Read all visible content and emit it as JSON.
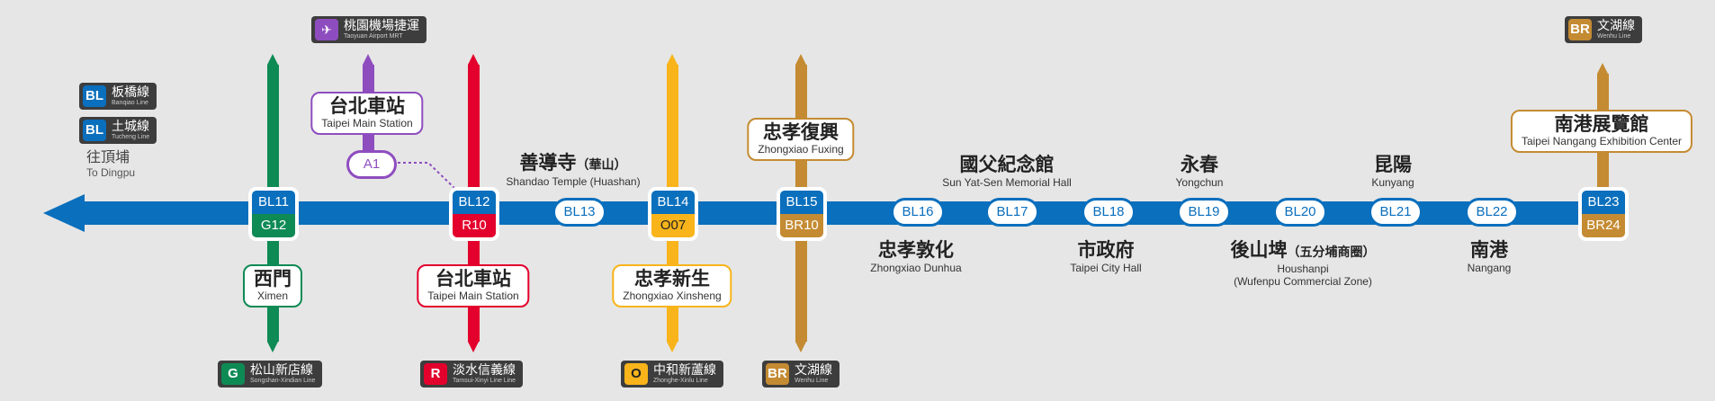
{
  "colors": {
    "bl": "#0a6fbd",
    "g": "#0e8a55",
    "r": "#e3002c",
    "o": "#f8b41a",
    "br": "#c48b32",
    "a": "#8e4dbf"
  },
  "stations": {
    "bl11": {
      "code": "BL11",
      "xfer": "G12"
    },
    "bl12": {
      "code": "BL12",
      "xfer": "R10"
    },
    "bl13": {
      "code": "BL13"
    },
    "bl14": {
      "code": "BL14",
      "xfer": "O07"
    },
    "bl15": {
      "code": "BL15",
      "xfer": "BR10"
    },
    "bl16": {
      "code": "BL16"
    },
    "bl17": {
      "code": "BL17"
    },
    "bl18": {
      "code": "BL18"
    },
    "bl19": {
      "code": "BL19"
    },
    "bl20": {
      "code": "BL20"
    },
    "bl21": {
      "code": "BL21"
    },
    "bl22": {
      "code": "BL22"
    },
    "bl23": {
      "code": "BL23",
      "xfer": "BR24"
    },
    "a1": {
      "code": "A1"
    }
  },
  "names": {
    "ximen": {
      "zh": "西門",
      "en": "Ximen"
    },
    "taipei_main_bottom": {
      "zh": "台北車站",
      "en": "Taipei Main Station"
    },
    "taipei_main_top": {
      "zh": "台北車站",
      "en": "Taipei Main Station"
    },
    "shandao": {
      "zh": "善導寺",
      "zh_sub": "（華山）",
      "en": "Shandao Temple (Huashan)"
    },
    "xinsheng": {
      "zh": "忠孝新生",
      "en": "Zhongxiao Xinsheng"
    },
    "fuxing": {
      "zh": "忠孝復興",
      "en": "Zhongxiao Fuxing"
    },
    "dunhua": {
      "zh": "忠孝敦化",
      "en": "Zhongxiao Dunhua"
    },
    "sysmh": {
      "zh": "國父紀念館",
      "en": "Sun Yat-Sen Memorial Hall"
    },
    "cityhall": {
      "zh": "市政府",
      "en": "Taipei City Hall"
    },
    "yongchun": {
      "zh": "永春",
      "en": "Yongchun"
    },
    "houshanpi": {
      "zh": "後山埤",
      "zh_sub": "（五分埔商圈）",
      "en": "Houshanpi",
      "en2": "(Wufenpu Commercial Zone)"
    },
    "kunyang": {
      "zh": "昆陽",
      "en": "Kunyang"
    },
    "nangang": {
      "zh": "南港",
      "en": "Nangang"
    },
    "exhibition": {
      "zh": "南港展覽館",
      "en": "Taipei Nangang Exhibition Center"
    },
    "dingpu": {
      "zh": "往頂埔",
      "en": "To Dingpu"
    }
  },
  "legends": {
    "banqiao": {
      "abbr": "BL",
      "zh": "板橋線",
      "en": "Banqiao Line"
    },
    "tucheng": {
      "abbr": "BL",
      "zh": "土城線",
      "en": "Tucheng Line"
    },
    "airport": {
      "icon": "airplane-icon",
      "zh": "桃園機場捷運",
      "en": "Taoyuan Airport MRT"
    },
    "wenhu_top": {
      "abbr": "BR",
      "zh": "文湖線",
      "en": "Wenhu Line"
    },
    "songshan": {
      "abbr": "G",
      "zh": "松山新店線",
      "en": "Songshan-Xindian Line"
    },
    "tamsui": {
      "abbr": "R",
      "zh": "淡水信義線",
      "en": "Tamsui-Xinyi Line Line"
    },
    "zhonghe": {
      "abbr": "O",
      "zh": "中和新蘆線",
      "en": "Zhonghe-Xinlu Line"
    },
    "wenhu_bottom": {
      "abbr": "BR",
      "zh": "文湖線",
      "en": "Wenhu Line"
    }
  }
}
